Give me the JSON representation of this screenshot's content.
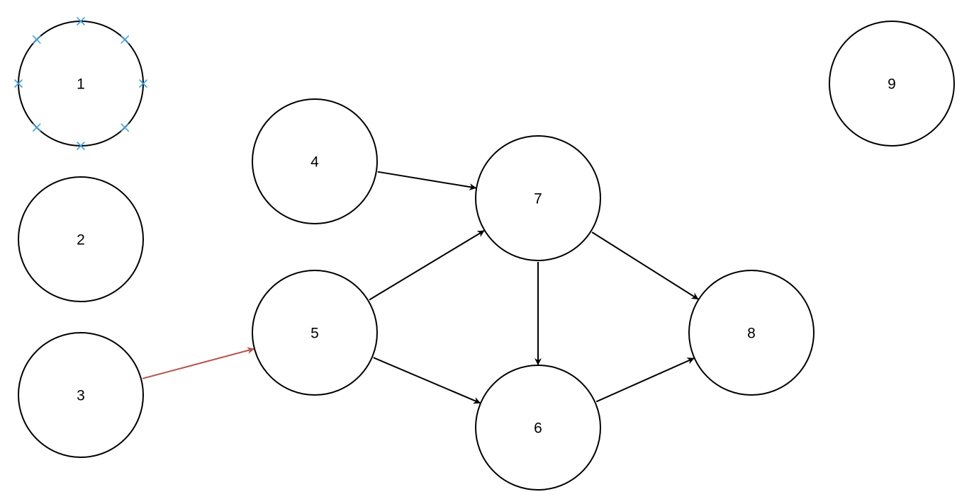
{
  "colors": {
    "default_stroke": "#000000",
    "default_fill": "#ffffff",
    "highlight_fill": "#f2d1d0",
    "highlight_stroke": "#b5534a",
    "selection_handle": "#3fa0e0"
  },
  "nodes": [
    {
      "id": "1",
      "label": "1",
      "selected": true
    },
    {
      "id": "2",
      "label": "2"
    },
    {
      "id": "3",
      "label": "3",
      "highlighted": true
    },
    {
      "id": "4",
      "label": "4"
    },
    {
      "id": "5",
      "label": "5"
    },
    {
      "id": "6",
      "label": "6"
    },
    {
      "id": "7",
      "label": "7"
    },
    {
      "id": "8",
      "label": "8"
    },
    {
      "id": "9",
      "label": "9"
    }
  ],
  "edges": [
    {
      "from": "3",
      "to": "5",
      "highlighted": true
    },
    {
      "from": "4",
      "to": "7"
    },
    {
      "from": "5",
      "to": "7"
    },
    {
      "from": "5",
      "to": "6"
    },
    {
      "from": "7",
      "to": "6"
    },
    {
      "from": "7",
      "to": "8"
    },
    {
      "from": "6",
      "to": "8"
    }
  ]
}
